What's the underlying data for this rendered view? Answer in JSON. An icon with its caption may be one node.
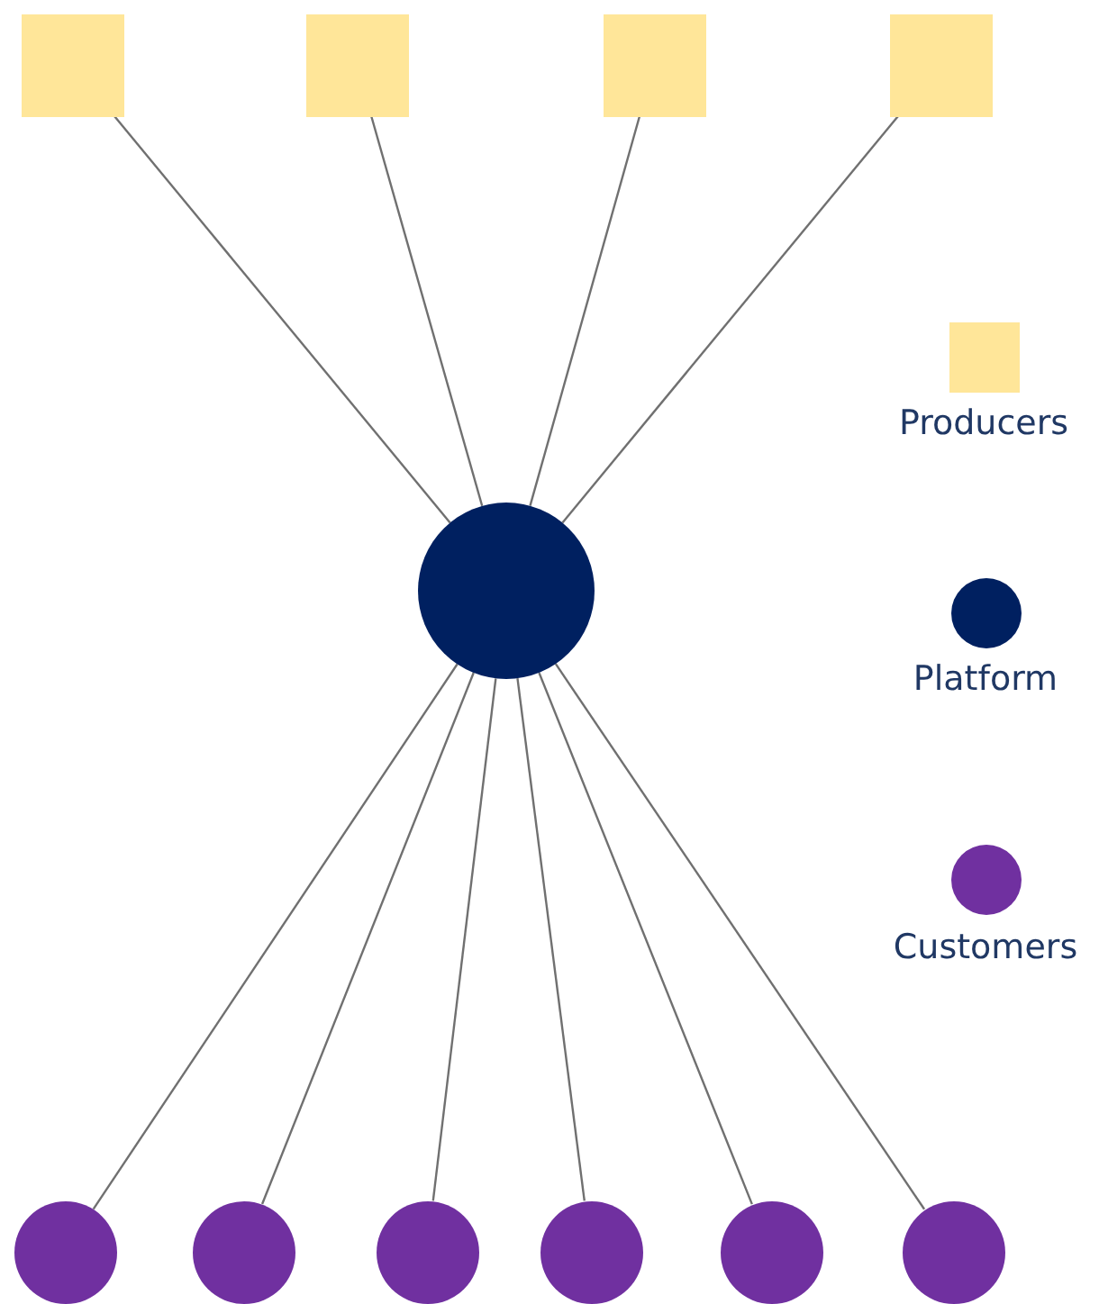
{
  "diagram": {
    "nodes": [
      {
        "text": [],
        "shape": "box"
      },
      {
        "text": [],
        "shape": "box"
      },
      {
        "text": [],
        "shape": "box"
      },
      {
        "text": [],
        "shape": "box"
      },
      {
        "text": [],
        "shape": "circle"
      },
      {
        "text": [],
        "shape": "circle"
      },
      {
        "text": [],
        "shape": "circle"
      },
      {
        "text": [],
        "shape": "circle"
      },
      {
        "text": [],
        "shape": "circle"
      },
      {
        "text": [],
        "shape": "circle"
      },
      {
        "text": [],
        "shape": "circle"
      }
    ],
    "edges": [
      {
        "from": 0,
        "to": 4,
        "arrow": "none"
      },
      {
        "from": 1,
        "to": 4,
        "arrow": "none"
      },
      {
        "from": 2,
        "to": 4,
        "arrow": "none"
      },
      {
        "from": 3,
        "to": 4,
        "arrow": "none"
      },
      {
        "from": 4,
        "to": 5,
        "arrow": "none"
      },
      {
        "from": 4,
        "to": 6,
        "arrow": "none"
      },
      {
        "from": 4,
        "to": 7,
        "arrow": "none"
      },
      {
        "from": 4,
        "to": 8,
        "arrow": "none"
      },
      {
        "from": 4,
        "to": 9,
        "arrow": "none"
      },
      {
        "from": 4,
        "to": 10,
        "arrow": "none"
      }
    ],
    "legend": [
      {
        "text": "Producers",
        "color": "#ffe699"
      },
      {
        "text": "Platform",
        "color": "#002060"
      },
      {
        "text": "Customers",
        "color": "#7030a0"
      }
    ]
  }
}
